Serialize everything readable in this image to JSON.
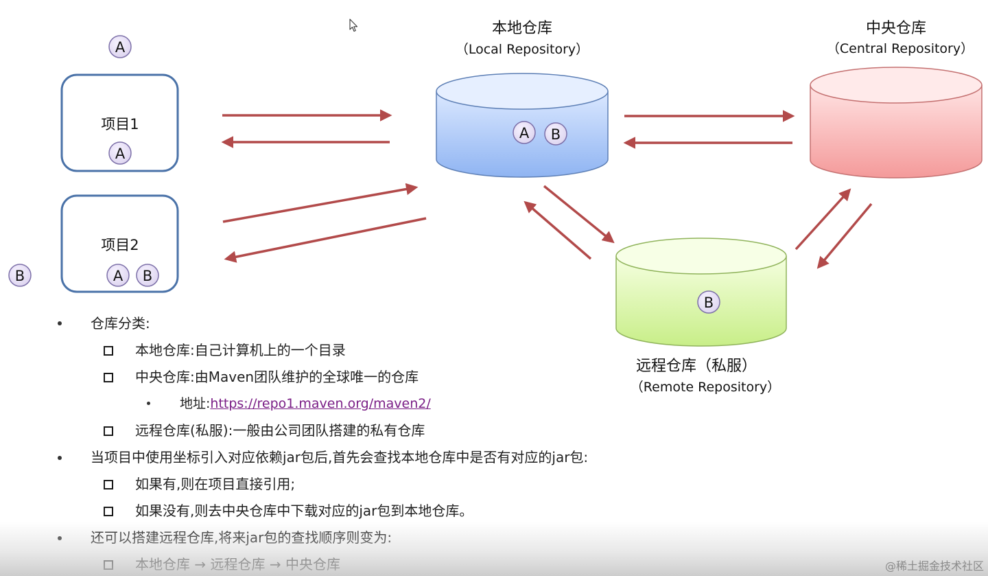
{
  "repos": {
    "local": {
      "name": "本地仓库",
      "en": "（Local Repository）"
    },
    "central": {
      "name": "中央仓库",
      "en": "（Central Repository）"
    },
    "remote": {
      "name": "远程仓库（私服）",
      "en": "（Remote Repository）"
    }
  },
  "projects": [
    {
      "name": "项目1",
      "deps": [
        "A"
      ]
    },
    {
      "name": "项目2",
      "deps": [
        "A",
        "B"
      ]
    }
  ],
  "markers": {
    "project1_outside": "A",
    "project2_outside": "B",
    "local_deps": [
      "A",
      "B"
    ],
    "remote_deps": [
      "B"
    ]
  },
  "colors": {
    "arrow": "#b24a4a",
    "project_border": "#4a72a8",
    "local_fill_top": "#dbe8ff",
    "local_fill_bottom": "#8fb4f2",
    "central_fill_top": "#ffe3e3",
    "central_fill_bottom": "#f49a9a",
    "remote_fill_top": "#f5ffe0",
    "remote_fill_bottom": "#c8ee88",
    "marker_fill": "#ddd4ef",
    "marker_stroke": "#7c6fa8",
    "link": "#7a1e86"
  },
  "notes": {
    "cat_title": "仓库分类:",
    "cat_local": "本地仓库:自己计算机上的一个目录",
    "cat_central": "中央仓库:由Maven团队维护的全球唯一的仓库",
    "address_label": "地址:",
    "address_url": "https://repo1.maven.org/maven2/",
    "cat_remote": "远程仓库(私服):一般由公司团队搭建的私有仓库",
    "lookup": "当项目中使用坐标引入对应依赖jar包后,首先会查找本地仓库中是否有对应的jar包:",
    "lookup_yes": "如果有,则在项目直接引用;",
    "lookup_no": "如果没有,则去中央仓库中下载对应的jar包到本地仓库。",
    "remote_intro": "还可以搭建远程仓库,将来jar包的查找顺序则变为:",
    "order": "本地仓库 → 远程仓库 → 中央仓库"
  },
  "watermark": "@稀土掘金技术社区"
}
